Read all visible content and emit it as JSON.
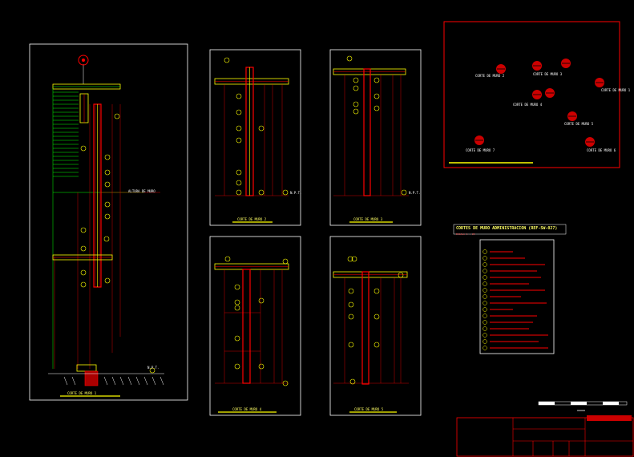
{
  "sheet": {
    "panel_labels": [
      "CORTE DE MURO 1",
      "CORTE DE MURO 2",
      "CORTE DE MURO 3",
      "CORTE DE MURO 4",
      "CORTE DE MURO 5"
    ],
    "elevation_tag": "N.P.T.",
    "wall_height_note": "ALTURA DE MURO",
    "location_plan_labels": [
      "CORTE DE MURO 2",
      "CORTE DE MURO 3",
      "CORTE DE MURO 1",
      "CORTE DE MURO 4",
      "CORTE DE MURO 5",
      "CORTE DE MURO 7",
      "CORTE DE MURO 6"
    ],
    "legend_title": "CORTES DE MURO ADMINISTRACION (REF-SW-027)",
    "legend_subtitle": "ESCALA 1 : 25"
  },
  "colors": {
    "background": "#000000",
    "frame": "#ffffff",
    "primary_line": "#ff0000",
    "secondary_line": "#ffff00",
    "ground": "#00ff00"
  }
}
